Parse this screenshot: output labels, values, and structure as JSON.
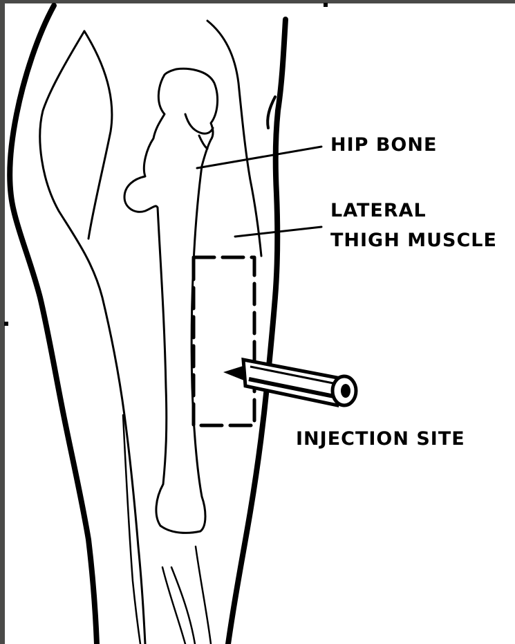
{
  "labels": {
    "hip_bone": "HIP BONE",
    "lateral_line1": "LATERAL",
    "lateral_line2": "THIGH MUSCLE",
    "injection_site": "INJECTION SITE"
  },
  "colors": {
    "frame": "#4a4a48",
    "paper": "#ffffff",
    "ink": "#000000"
  }
}
